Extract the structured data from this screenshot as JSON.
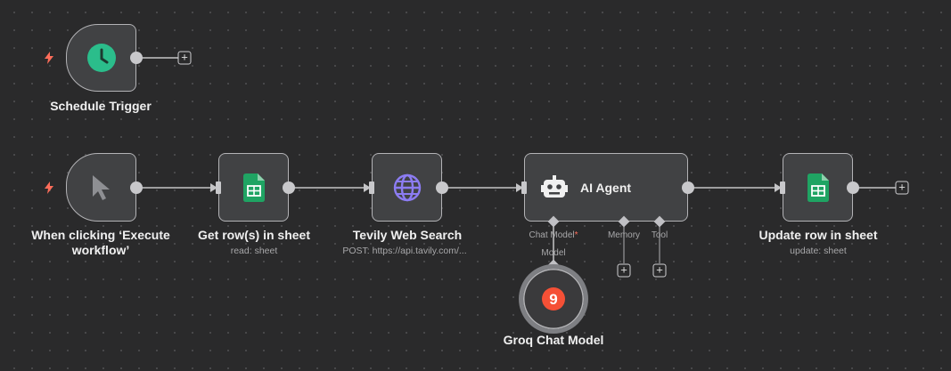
{
  "nodes": {
    "schedule_trigger": {
      "label": "Schedule Trigger",
      "icon": "clock-icon"
    },
    "manual_trigger": {
      "label": "When clicking ‘Execute workflow’",
      "icon": "cursor-icon"
    },
    "get_rows": {
      "label": "Get row(s) in sheet",
      "subtitle": "read: sheet",
      "icon": "google-sheets-icon"
    },
    "tavily": {
      "label": "Tevily Web Search",
      "subtitle": "POST: https://api.tavily.com/...",
      "icon": "globe-icon"
    },
    "ai_agent": {
      "label": "AI Agent",
      "icon": "robot-icon",
      "connectors": {
        "chat_model": "Chat Model",
        "required_mark": "*",
        "memory": "Memory",
        "tool": "Tool"
      }
    },
    "groq": {
      "label": "Groq Chat Model",
      "icon": "groq-icon",
      "glyph": "9",
      "connector": "Model"
    },
    "update_row": {
      "label": "Update row in sheet",
      "subtitle": "update: sheet",
      "icon": "google-sheets-icon"
    }
  },
  "colors": {
    "canvas": "#2a2a2b",
    "node_fill": "#414244",
    "node_border": "#b3b3b6",
    "trigger_bolt": "#ff6d5a",
    "clock_green": "#2bbd8b",
    "sheets_green": "#1fa463",
    "globe_purple": "#8c7cf2",
    "groq_orange": "#f55036"
  },
  "add_button": "+"
}
